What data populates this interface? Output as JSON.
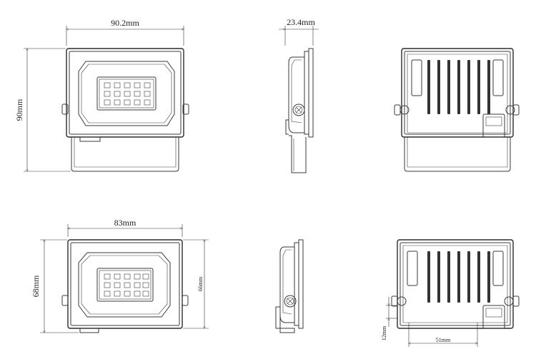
{
  "top_row": {
    "front_width": "90.2mm",
    "front_height": "90mm",
    "side_depth": "23.4mm"
  },
  "bottom_row": {
    "front_width": "83mm",
    "front_height": "68mm",
    "inner_height": "66mm",
    "back_mount_height": "12mm",
    "back_mount_width": "51mm"
  }
}
